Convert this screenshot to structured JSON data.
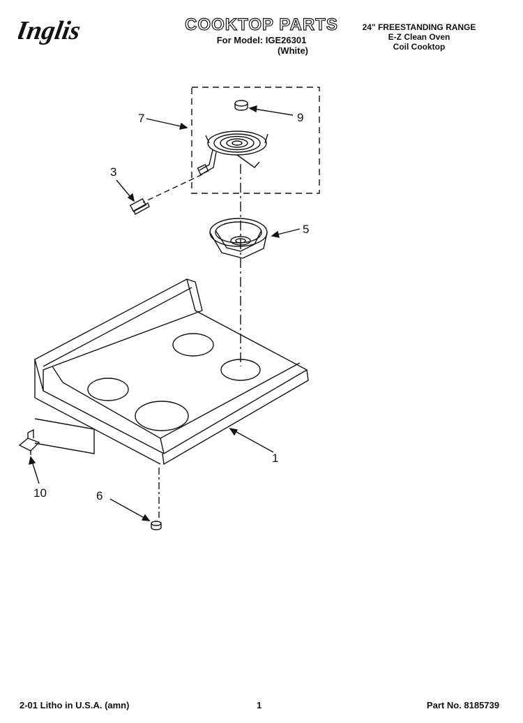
{
  "header": {
    "brand": "Inglis",
    "title": "COOKTOP PARTS",
    "model_line": "For Model: IGE26301",
    "color_line": "(White)",
    "product_lines": [
      "24\" FREESTANDING RANGE",
      "E-Z Clean Oven",
      "Coil Cooktop"
    ]
  },
  "callouts": [
    "7",
    "9",
    "3",
    "5",
    "1",
    "10",
    "6"
  ],
  "footer": {
    "litho": "2-01 Litho in U.S.A. (amn)",
    "page_number": "1",
    "part_number": "Part No. 8185739"
  }
}
